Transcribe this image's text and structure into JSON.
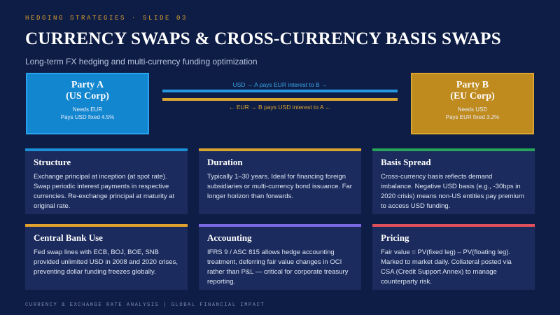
{
  "header": {
    "kicker": "HEDGING STRATEGIES · SLIDE 03",
    "title": "CURRENCY SWAPS & CROSS-CURRENCY BASIS SWAPS",
    "subtitle": "Long-term FX hedging and multi-currency funding optimization"
  },
  "diagram": {
    "party_a": {
      "name": "Party A",
      "sub": "(US Corp)",
      "line1": "Needs EUR",
      "line2": "Pays USD fixed 4.5%"
    },
    "party_b": {
      "name": "Party B",
      "sub": "(EU Corp)",
      "line1": "Needs USD",
      "line2": "Pays EUR fixed 3.2%"
    },
    "flow_top": "USD → A pays EUR interest to B →",
    "flow_bottom": "← EUR → B pays USD interest to A ←",
    "colors": {
      "party_a": "#1386d0",
      "party_b": "#bf8a1e",
      "flow_top": "#2397df",
      "flow_bottom": "#dba532"
    }
  },
  "cards": [
    {
      "title": "Structure",
      "body": "Exchange principal at inception (at spot rate). Swap periodic interest payments in respective currencies. Re-exchange principal at maturity at original rate.",
      "accent": "#1a8fd6"
    },
    {
      "title": "Duration",
      "body": "Typically 1–30 years. Ideal for financing foreign subsidiaries or multi-currency bond issuance. Far longer horizon than forwards.",
      "accent": "#d9a332"
    },
    {
      "title": "Basis Spread",
      "body": "Cross-currency basis reflects demand imbalance. Negative USD basis (e.g., -30bps in 2020 crisis) means non-US entities pay premium to access USD funding.",
      "accent": "#27a35a"
    },
    {
      "title": "Central Bank Use",
      "body": "Fed swap lines with ECB, BOJ, BOE, SNB provided unlimited USD in 2008 and 2020 crises, preventing dollar funding freezes globally.",
      "accent": "#e0a12e"
    },
    {
      "title": "Accounting",
      "body": "IFRS 9 / ASC 815 allows hedge accounting treatment, deferring fair value changes in OCI rather than P&L — critical for corporate treasury reporting.",
      "accent": "#7a6ae0"
    },
    {
      "title": "Pricing",
      "body": "Fair value = PV(fixed leg) – PV(floating leg). Marked to market daily. Collateral posted via CSA (Credit Support Annex) to manage counterparty risk.",
      "accent": "#e0505a"
    }
  ],
  "footer": "CURRENCY & EXCHANGE RATE ANALYSIS | GLOBAL FINANCIAL IMPACT"
}
